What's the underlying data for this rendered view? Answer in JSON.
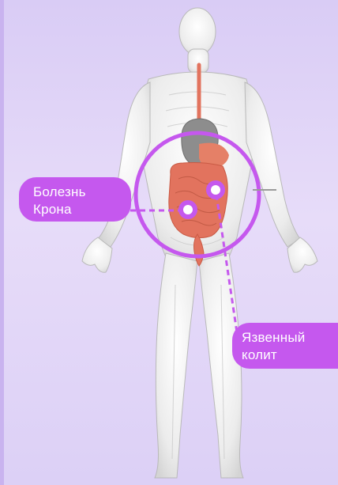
{
  "labels": {
    "crohn": {
      "line1": "Болезнь",
      "line2": "Крона"
    },
    "colitis": {
      "line1": "Язвенный",
      "line2": "колит"
    }
  },
  "colors": {
    "accent": "#c558ee",
    "background": "#dfd3f7",
    "organ": "#e2735e",
    "body": "#f2f2f2"
  }
}
